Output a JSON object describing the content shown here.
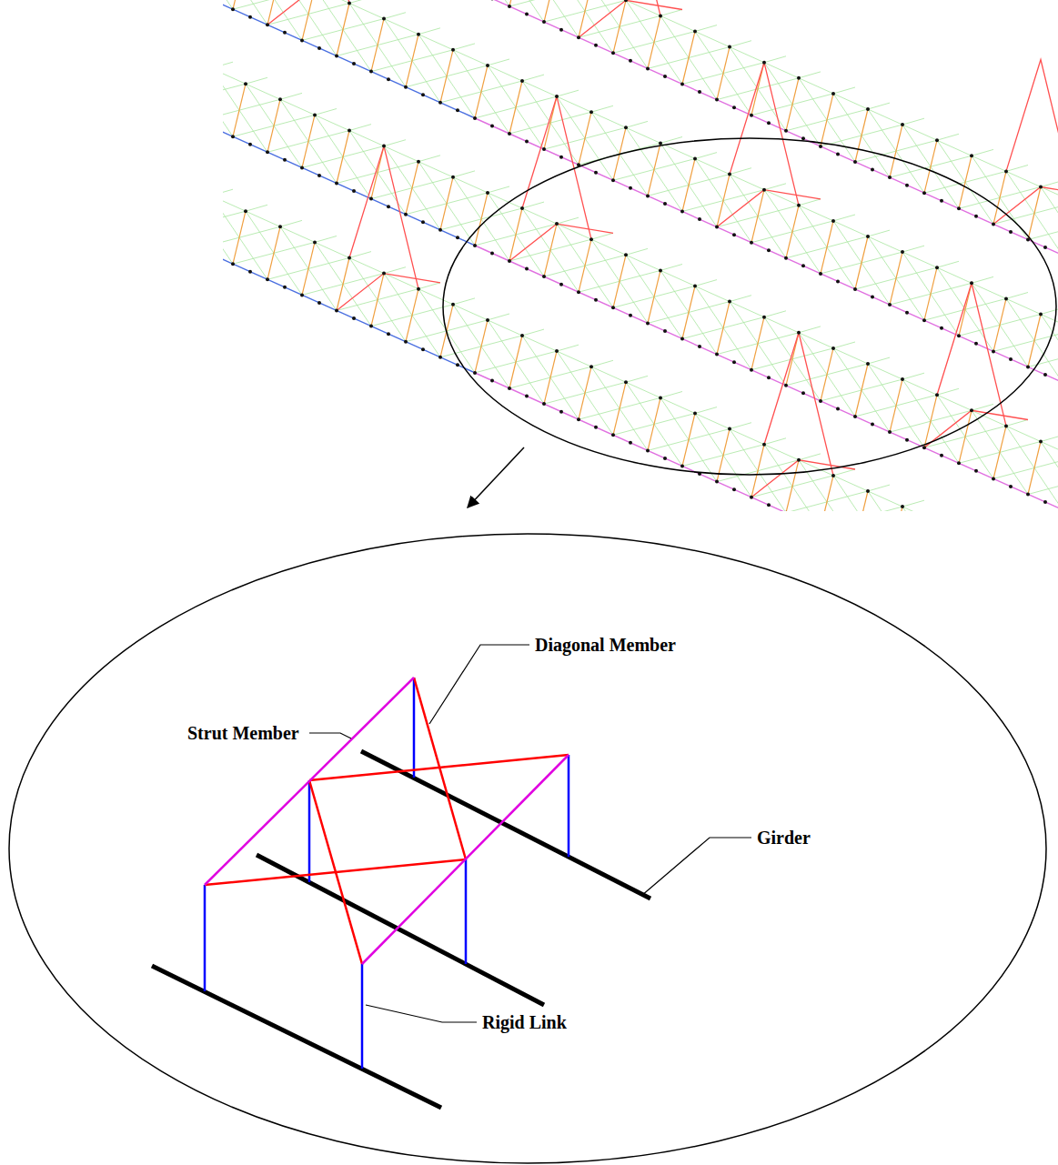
{
  "diagram": {
    "labels": [
      "Diagonal Member",
      "Strut Member",
      "Girder",
      "Rigid Link"
    ]
  }
}
